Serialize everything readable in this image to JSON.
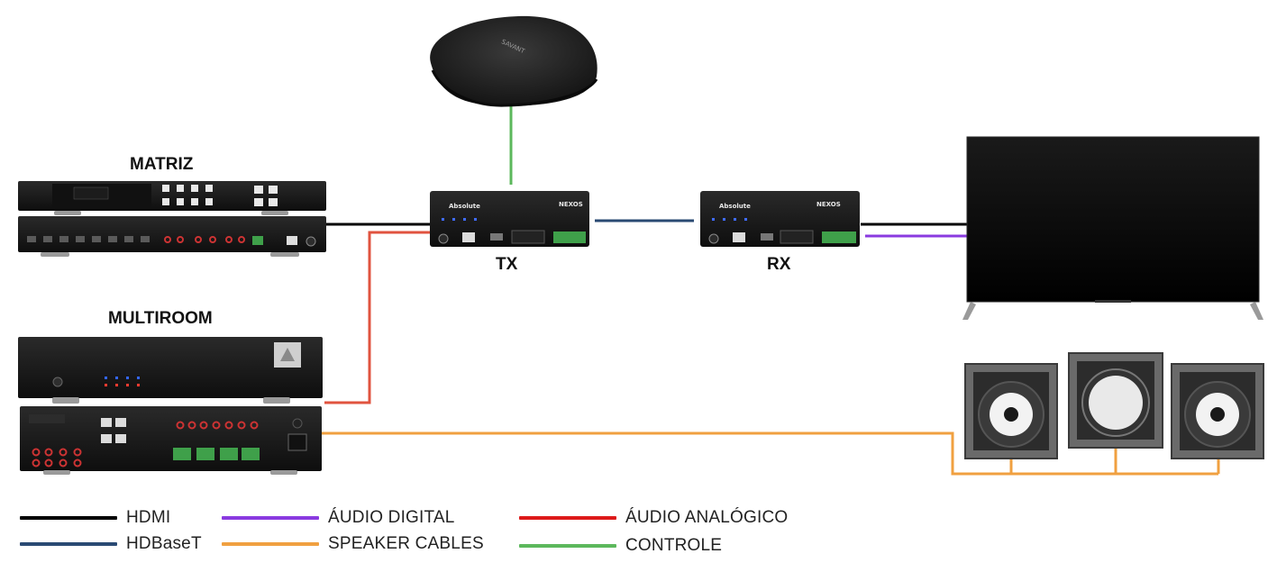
{
  "labels": {
    "matriz": "MATRIZ",
    "multiroom": "MULTIROOM",
    "tx": "TX",
    "rx": "RX"
  },
  "device_text": {
    "savant": "SAVANT",
    "absolute": "Absolute",
    "nexos": "NEXOS"
  },
  "legend": [
    {
      "label": "HDMI",
      "color": "#000000"
    },
    {
      "label": "HDBaseT",
      "color": "#2a4a73"
    },
    {
      "label": "ÁUDIO DIGITAL",
      "color": "#8a3ae0"
    },
    {
      "label": "SPEAKER CABLES",
      "color": "#f0a040"
    },
    {
      "label": "ÁUDIO ANALÓGICO",
      "color": "#dd1a1a"
    },
    {
      "label": "CONTROLE",
      "color": "#5cb85c"
    }
  ],
  "wire_colors": {
    "hdmi": "#000000",
    "hdbaset": "#2a4a73",
    "digital": "#8a3ae0",
    "speaker": "#f0a040",
    "analog": "#e0533f",
    "control": "#5cb85c"
  }
}
